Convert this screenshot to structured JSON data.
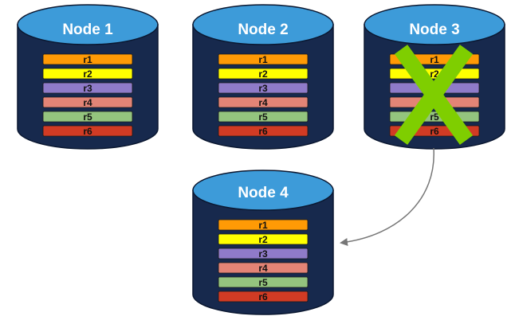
{
  "colors": {
    "cylinder_body": "#17294d",
    "cylinder_top": "#3d9bd9",
    "cylinder_edge": "#0a1730",
    "row_border": "#1a1a1a",
    "cross": "#7fce00",
    "arrow": "#777777"
  },
  "rows": [
    {
      "label": "r1",
      "color": "#ff9a05"
    },
    {
      "label": "r2",
      "color": "#ffff00"
    },
    {
      "label": "r3",
      "color": "#8f7bc9"
    },
    {
      "label": "r4",
      "color": "#e38476"
    },
    {
      "label": "r5",
      "color": "#94c47e"
    },
    {
      "label": "r6",
      "color": "#d13b24"
    }
  ],
  "nodes": [
    {
      "title": "Node 1",
      "failed": false
    },
    {
      "title": "Node 2",
      "failed": false
    },
    {
      "title": "Node 3",
      "failed": true,
      "failure_icon": "cross-mark-icon"
    },
    {
      "title": "Node 4",
      "failed": false
    }
  ],
  "edges": [
    {
      "from": "Node 3",
      "to": "Node 4",
      "icon": "curved-arrow-icon"
    }
  ]
}
